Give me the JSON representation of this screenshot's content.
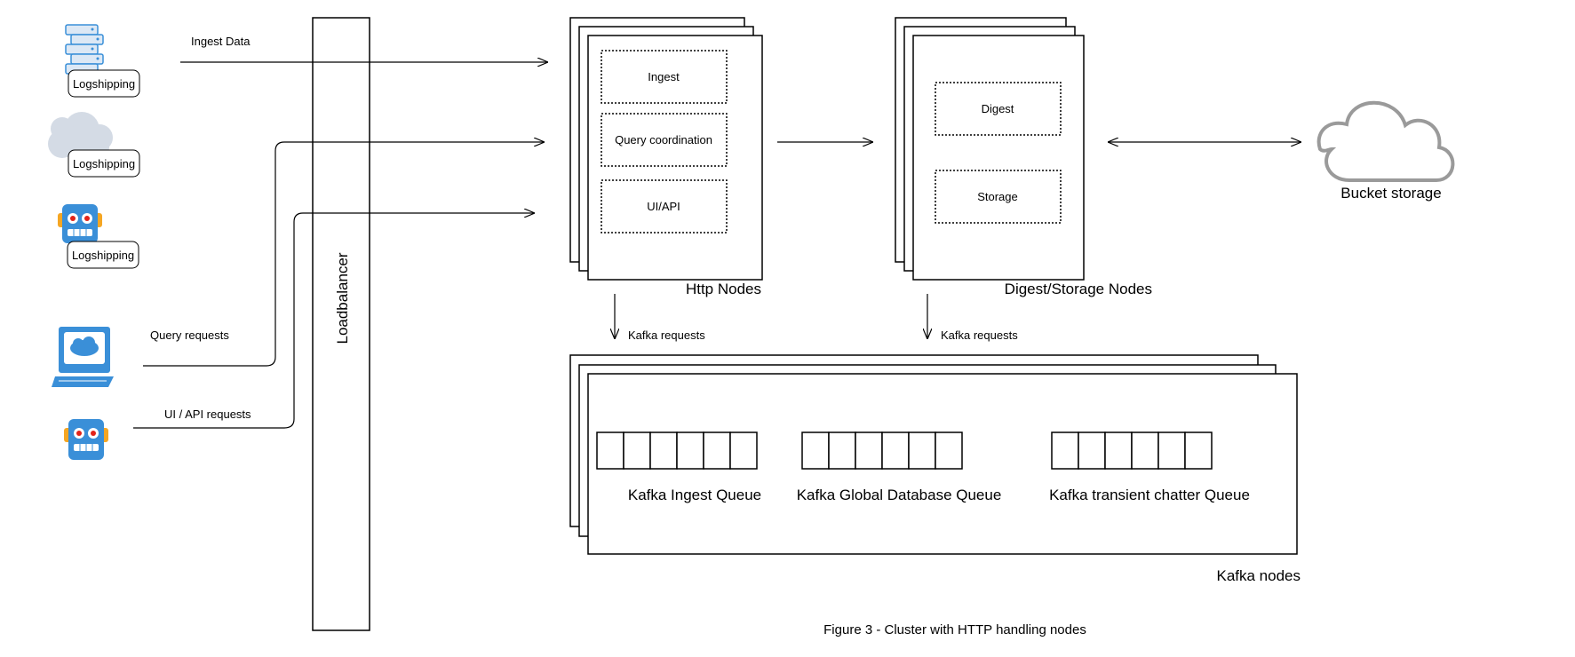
{
  "left": {
    "logshipping": [
      "Logshipping",
      "Logshipping",
      "Logshipping"
    ],
    "ingest_data": "Ingest Data",
    "query_requests": "Query requests",
    "ui_api_requests": "UI / API requests",
    "loadbalancer": "Loadbalancer"
  },
  "http": {
    "components": [
      "Ingest",
      "Query coordination",
      "UI/API"
    ],
    "label": "Http Nodes",
    "kafka_requests": "Kafka requests"
  },
  "digest": {
    "components": [
      "Digest",
      "Storage"
    ],
    "label": "Digest/Storage Nodes",
    "kafka_requests": "Kafka requests"
  },
  "bucket": {
    "label": "Bucket storage"
  },
  "kafka": {
    "queues": [
      "Kafka Ingest Queue",
      "Kafka Global Database Queue",
      "Kafka transient chatter Queue"
    ],
    "label": "Kafka nodes"
  },
  "caption": "Figure 3 - Cluster with HTTP handling nodes",
  "colors": {
    "icon_blue": "#3a8fd8",
    "icon_light": "#dce8f5",
    "cloud_gray": "#9a9a9a",
    "robot_eye": "#e2231a",
    "robot_ear": "#f5a623"
  }
}
